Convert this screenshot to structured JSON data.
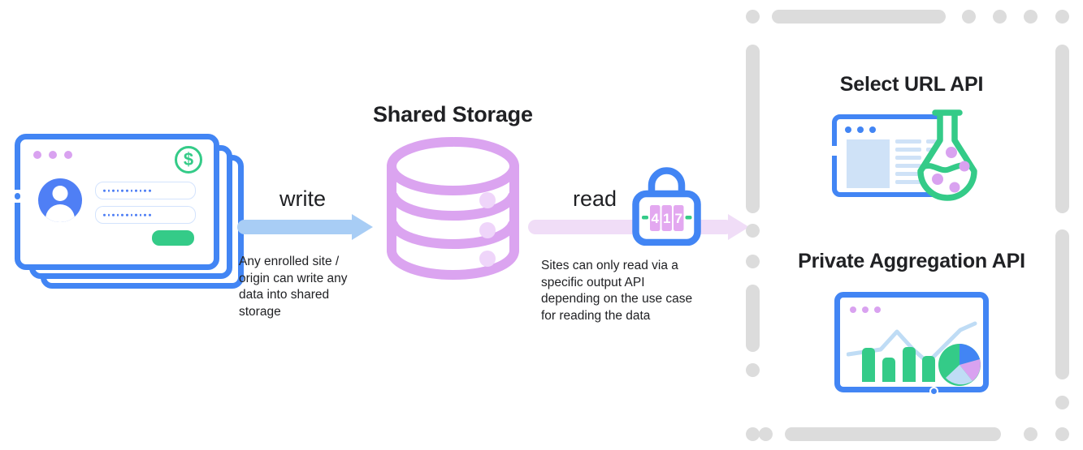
{
  "diagram": {
    "title_center": "Shared Storage",
    "flows": [
      {
        "label": "write",
        "caption": "Any enrolled site /\norigin can write any\ndata into shared\nstorage",
        "color": "#a8cdf5"
      },
      {
        "label": "read",
        "caption": "Sites can only read via a\nspecific output API\ndepending on the use case\nfor reading the data",
        "color": "#f0ddf7"
      }
    ],
    "lock": {
      "digits": [
        "4",
        "1",
        "7"
      ],
      "body_color": "#4285f4",
      "dial_color": "#e3a8f0",
      "tick_color": "#34cb88"
    },
    "source_windows": {
      "icon": "browser-window-login",
      "badge_icon": "dollar-circle-icon",
      "badge_symbol": "$",
      "titlebar_dots": 3,
      "password_fields": 2,
      "submit_button": ""
    },
    "storage": {
      "icon": "database-cylinder-icon",
      "color": "#dba4f0",
      "tiers": 3
    },
    "output_panel": {
      "border_style": "dashed",
      "border_color": "#dcdcdc",
      "apis": [
        {
          "name": "Select URL API",
          "icon": "browser-window-with-flask-icon",
          "accent": "#34cb88"
        },
        {
          "name": "Private Aggregation API",
          "icon": "browser-window-with-charts-icon",
          "accent": "#34cb88",
          "chart_bars": 4,
          "pie_slices": [
            "green",
            "blue",
            "purple",
            "light-blue"
          ]
        }
      ]
    }
  },
  "colors": {
    "blue": "#4285f4",
    "green": "#34cb88",
    "purple": "#dba4f0",
    "light_blue": "#a8cdf5",
    "pale_pink": "#f0ddf7",
    "gray": "#dcdcdc",
    "text": "#202124"
  }
}
